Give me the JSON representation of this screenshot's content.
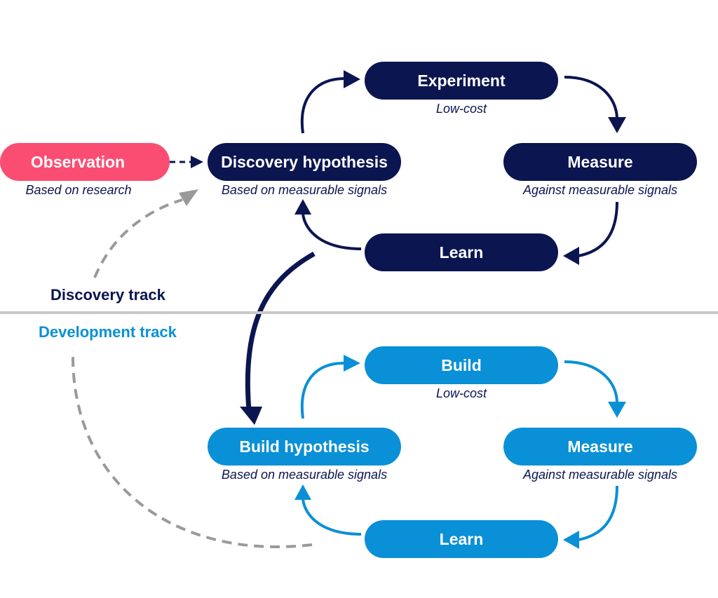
{
  "discovery": {
    "track_label": "Discovery track",
    "observation": {
      "label": "Observation",
      "sub": "Based on research"
    },
    "hypothesis": {
      "label": "Discovery hypothesis",
      "sub": "Based on measurable signals"
    },
    "experiment": {
      "label": "Experiment",
      "sub": "Low-cost"
    },
    "measure": {
      "label": "Measure",
      "sub": "Against measurable signals"
    },
    "learn": {
      "label": "Learn"
    }
  },
  "development": {
    "track_label": "Development track",
    "hypothesis": {
      "label": "Build hypothesis",
      "sub": "Based on measurable signals"
    },
    "build": {
      "label": "Build",
      "sub": "Low-cost"
    },
    "measure": {
      "label": "Measure",
      "sub": "Against measurable signals"
    },
    "learn": {
      "label": "Learn"
    }
  },
  "colors": {
    "navy": "#0b1550",
    "blue": "#0a90d6",
    "pink": "#fb4d72",
    "dashed_gray": "#9a9a9a",
    "divider": "#c8c8c8"
  }
}
